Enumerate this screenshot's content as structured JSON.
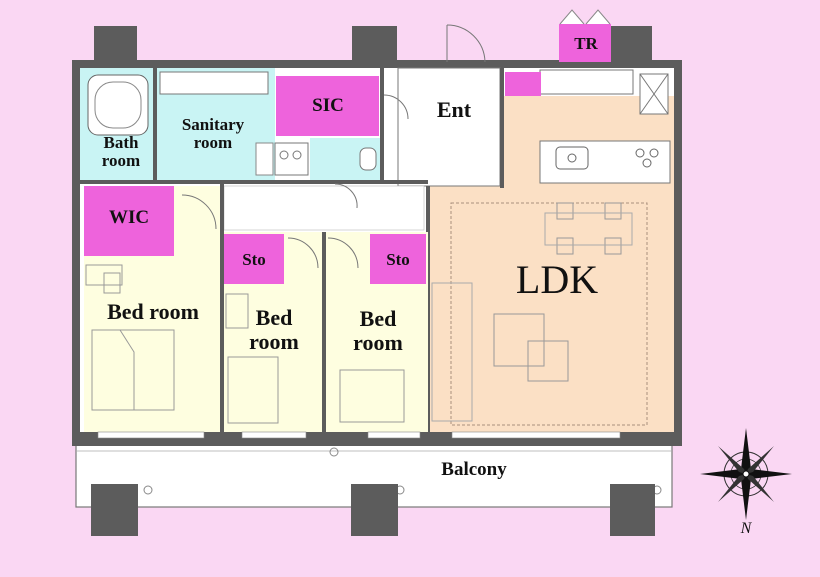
{
  "rooms": {
    "bath": "Bath\nroom",
    "sanitary": "Sanitary\nroom",
    "sic": "SIC",
    "ent": "Ent",
    "tr": "TR",
    "wic": "WIC",
    "sto_left": "Sto",
    "sto_right": "Sto",
    "bed_main": "Bed room",
    "bed_middle": "Bed\nroom",
    "bed_right": "Bed\nroom",
    "ldk": "LDK",
    "balcony": "Balcony"
  },
  "compass": {
    "north_label": "N"
  },
  "colors": {
    "background": "#fad7f3",
    "wall": "#5c5c5c",
    "storage": "#ee63dc",
    "bedroom": "#fefee0",
    "wet_area": "#c9f4f4",
    "ldk_floor": "#fbe0c5",
    "corridor": "#ffffff"
  }
}
